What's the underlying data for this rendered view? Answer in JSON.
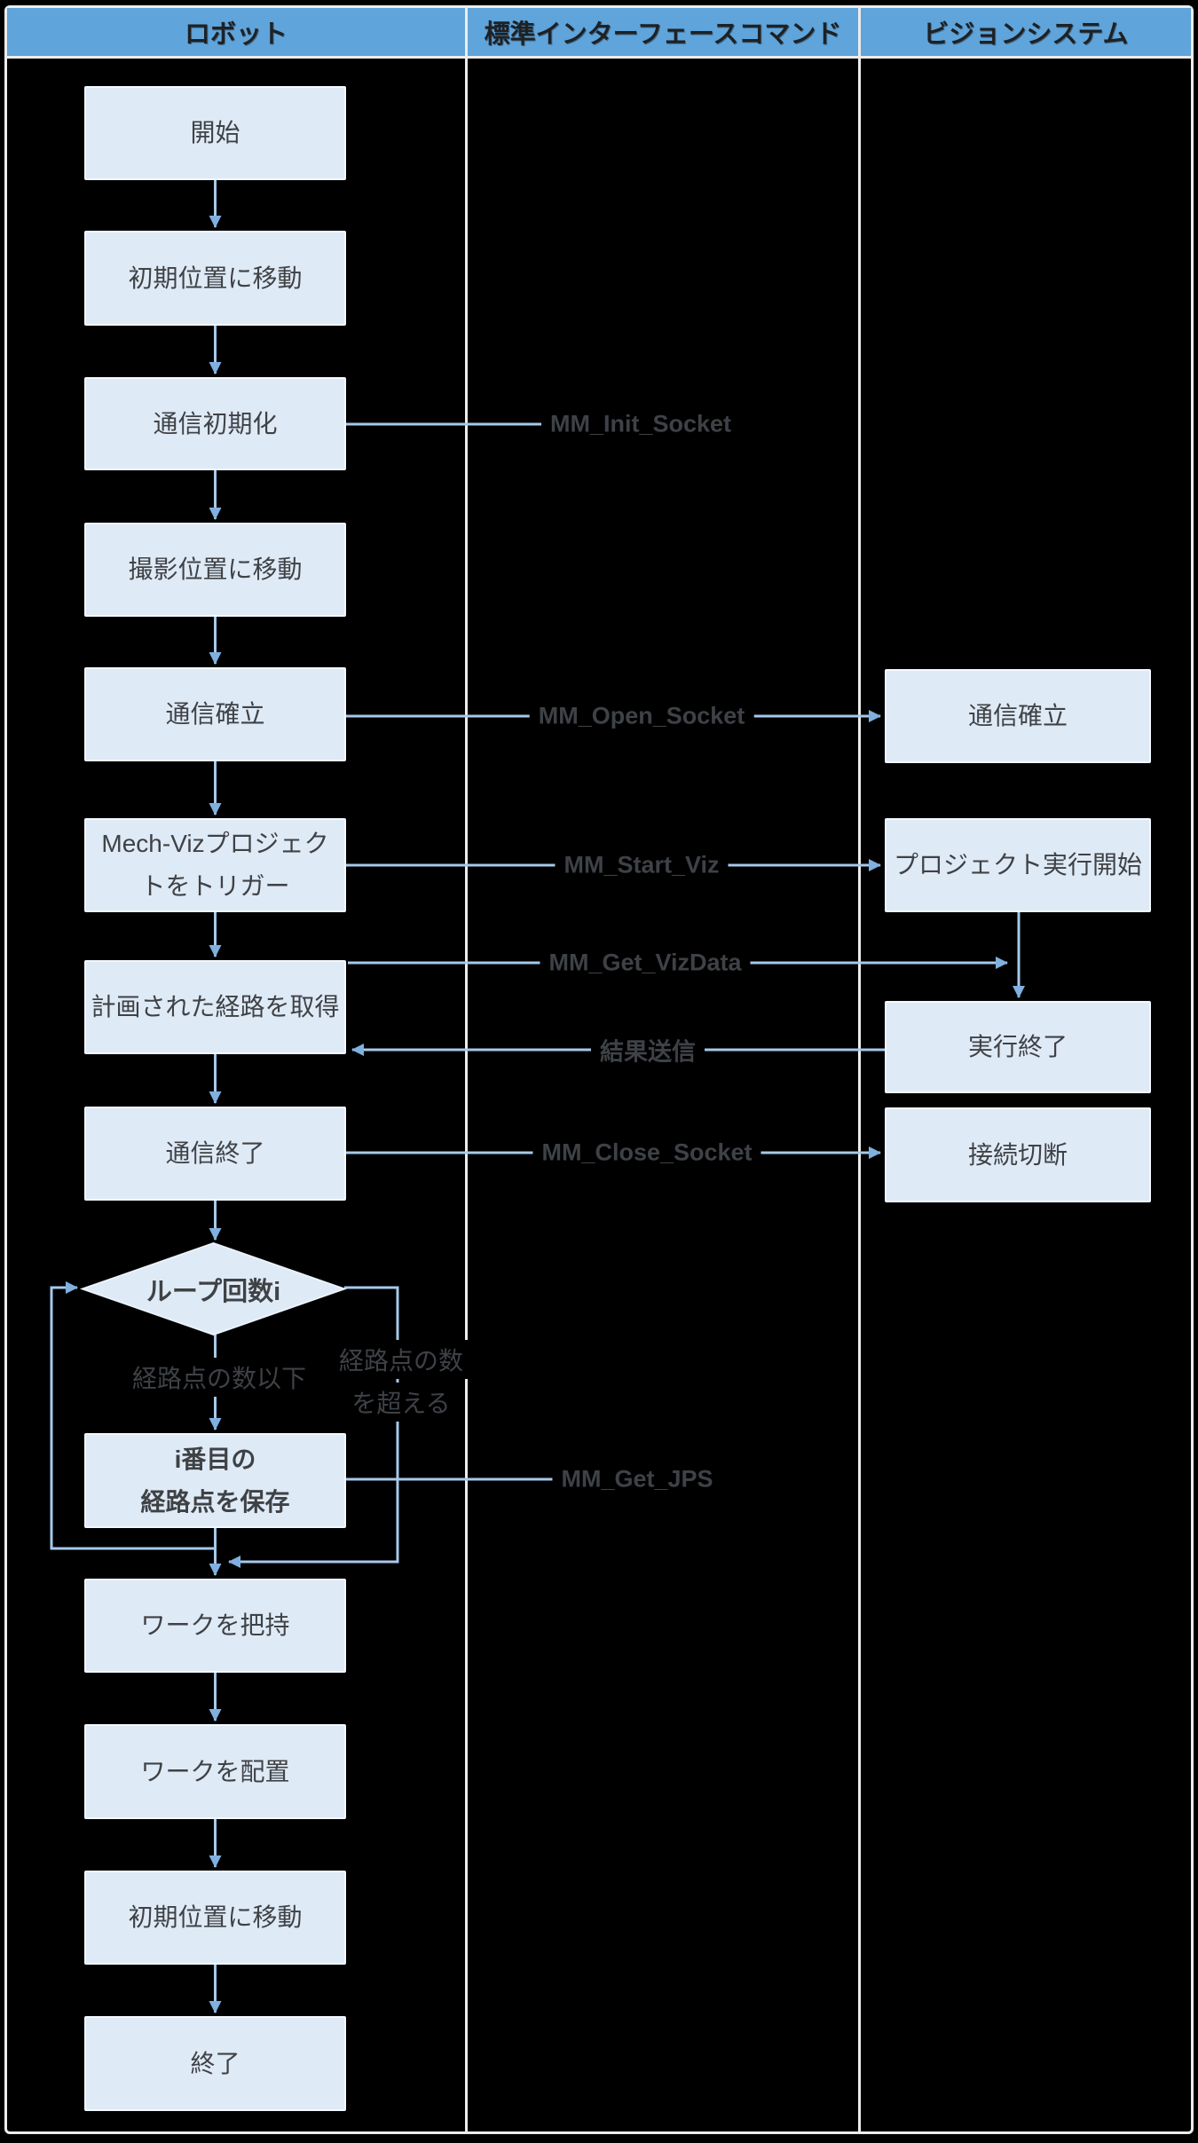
{
  "colors": {
    "background": "#000000",
    "frame_border": "#ececec",
    "header_fill": "#5fa4da",
    "header_text": "#1e2124",
    "node_fill": "#dfeaf7",
    "node_border": "#f3f8fd",
    "node_text": "#3f4245",
    "line": "#a6c9ea",
    "arrowhead": "#7fb0df",
    "label_text": "#3e4146"
  },
  "header": {
    "columns": [
      "ロボット",
      "標準インターフェースコマンド",
      "ビジョンシステム"
    ]
  },
  "robot": [
    {
      "label": "開始"
    },
    {
      "label": "初期位置に移動"
    },
    {
      "label": "通信初期化"
    },
    {
      "label": "撮影位置に移動"
    },
    {
      "label": "通信確立"
    },
    {
      "label": "Mech-Vizプロジェク\nトをトリガー"
    },
    {
      "label": "計画された経路を取得"
    },
    {
      "label": "通信終了"
    },
    {
      "label": "ループ回数i"
    },
    {
      "label": "i番目の\n経路点を保存"
    },
    {
      "label": "ワークを把持"
    },
    {
      "label": "ワークを配置"
    },
    {
      "label": "初期位置に移動"
    },
    {
      "label": "終了"
    }
  ],
  "vision": [
    {
      "label": "通信確立"
    },
    {
      "label": "プロジェクト実行開始"
    },
    {
      "label": "実行終了"
    },
    {
      "label": "接続切断"
    }
  ],
  "commands": [
    {
      "label": "MM_Init_Socket"
    },
    {
      "label": "MM_Open_Socket"
    },
    {
      "label": "MM_Start_Viz"
    },
    {
      "label": "MM_Get_VizData"
    },
    {
      "label": "結果送信"
    },
    {
      "label": "MM_Close_Socket"
    },
    {
      "label": "MM_Get_JPS"
    }
  ],
  "branches": {
    "below": "経路点の数以下",
    "exceed_line1": "経路点の数",
    "exceed_line2": "を超える"
  }
}
